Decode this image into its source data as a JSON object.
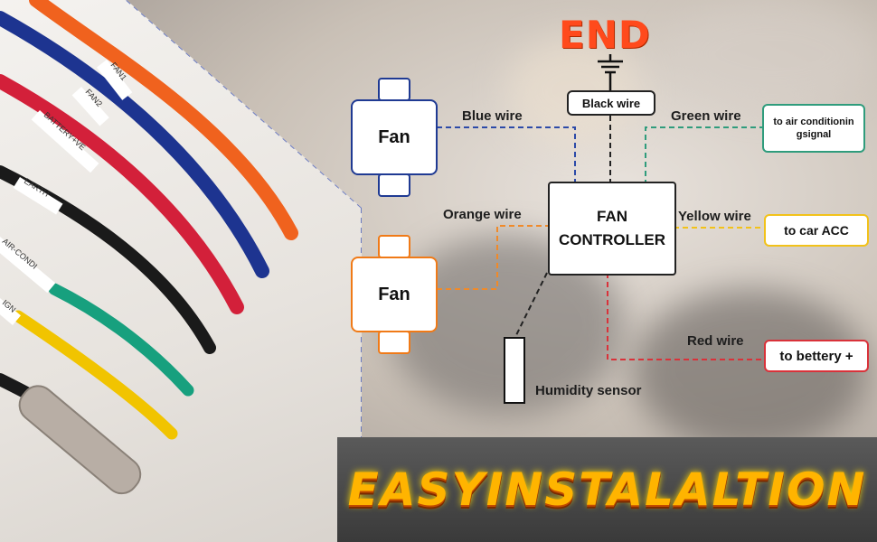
{
  "title": "END",
  "wire_tags": [
    "FAN1",
    "FAN2",
    "BATTERY+VE",
    "EARTH",
    "AIR-CONDI",
    "IGN"
  ],
  "fans": [
    {
      "label": "Fan",
      "color": "#1f3a93"
    },
    {
      "label": "Fan",
      "color": "#f07a17"
    }
  ],
  "controller": {
    "line1": "FAN",
    "line2": "CONTROLLER"
  },
  "wires": {
    "blue": "Blue wire",
    "orange": "Orange wire",
    "black": "Black wire",
    "green": "Green wire",
    "yellow": "Yellow wire",
    "red": "Red wire"
  },
  "targets": {
    "green": "to air conditionin gsignal",
    "yellow": "to car ACC",
    "red": "to bettery +"
  },
  "sensor": "Humidity sensor",
  "banner": "EASYINSTALALTION",
  "colors": {
    "blue": "#2c4aa8",
    "orange": "#f08a2a",
    "green": "#2f9c7c",
    "yellow": "#f2c21a",
    "red": "#d9323a",
    "black": "#222222",
    "title": "#ff4a1c"
  }
}
